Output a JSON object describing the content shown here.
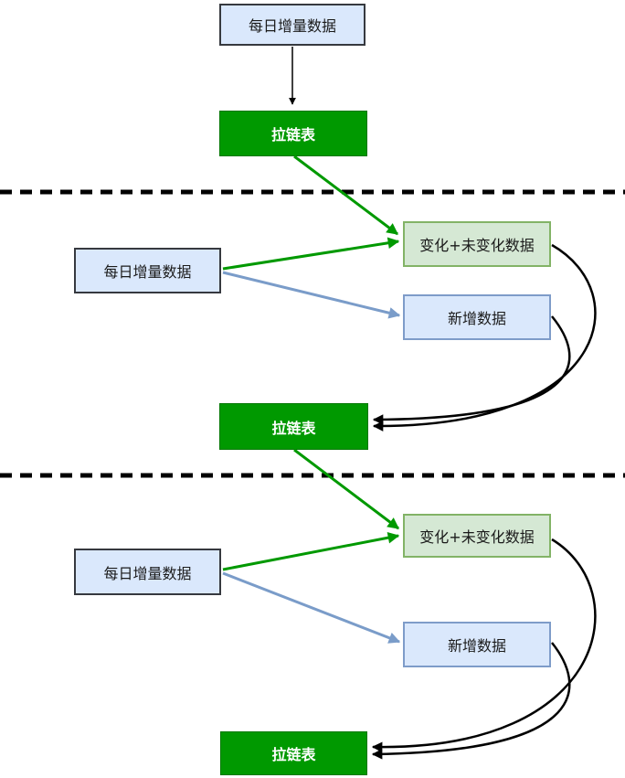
{
  "diagram": {
    "title": "zipper-table-incremental-load-flow",
    "nodes": {
      "daily1": {
        "id": "daily-1",
        "label": "每日增量数据"
      },
      "zipper1": {
        "id": "zipper-1",
        "label": "拉链表"
      },
      "daily2": {
        "id": "daily-2",
        "label": "每日增量数据"
      },
      "changed2": {
        "id": "changed-2",
        "label": "变化+未变化数据"
      },
      "new2": {
        "id": "new-2",
        "label": "新增数据"
      },
      "zipper2": {
        "id": "zipper-2",
        "label": "拉链表"
      },
      "daily3": {
        "id": "daily-3",
        "label": "每日增量数据"
      },
      "changed3": {
        "id": "changed-3",
        "label": "变化+未变化数据"
      },
      "new3": {
        "id": "new-3",
        "label": "新增数据"
      },
      "zipper3": {
        "id": "zipper-3",
        "label": "拉链表"
      }
    },
    "edges": [
      {
        "from": "daily-1",
        "to": "zipper-1",
        "style": "black-thin"
      },
      {
        "from": "zipper-1",
        "to": "changed-2",
        "style": "green"
      },
      {
        "from": "daily-2",
        "to": "changed-2",
        "style": "green"
      },
      {
        "from": "daily-2",
        "to": "new-2",
        "style": "blue"
      },
      {
        "from": "changed-2",
        "to": "zipper-2",
        "style": "black-curve"
      },
      {
        "from": "new-2",
        "to": "zipper-2",
        "style": "black-curve"
      },
      {
        "from": "zipper-2",
        "to": "changed-3",
        "style": "green"
      },
      {
        "from": "daily-3",
        "to": "changed-3",
        "style": "green"
      },
      {
        "from": "daily-3",
        "to": "new-3",
        "style": "blue"
      },
      {
        "from": "changed-3",
        "to": "zipper-3",
        "style": "black-curve"
      },
      {
        "from": "new-3",
        "to": "zipper-3",
        "style": "black-curve"
      }
    ],
    "separators": 2,
    "colors": {
      "light_blue_fill": "#dae8fc",
      "light_blue_border": "#7e9cc9",
      "dark_border": "#36393f",
      "light_green_fill": "#d5e8d4",
      "light_green_border": "#82b366",
      "dark_green_fill": "#009900",
      "green_arrow": "#009900",
      "blue_arrow": "#7a9cc9",
      "black_arrow": "#000000",
      "zipper_text": "#ffffff"
    }
  }
}
